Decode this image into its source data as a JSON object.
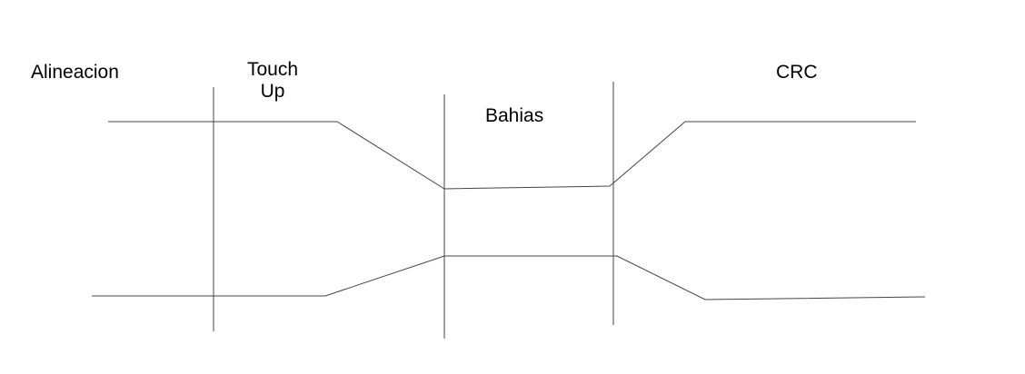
{
  "diagram": {
    "labels": {
      "alineacion": "Alineacion",
      "touch_up_line1": "Touch",
      "touch_up_line2": "Up",
      "bahias": "Bahias",
      "crc": "CRC"
    },
    "colors": {
      "background": "#ffffff",
      "line": "#444444",
      "text": "#000000"
    }
  }
}
